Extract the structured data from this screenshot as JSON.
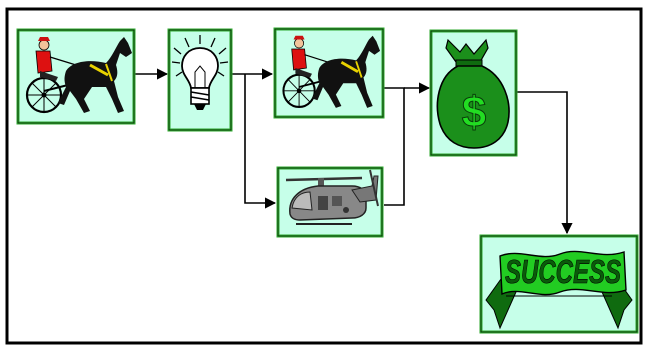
{
  "diagram": {
    "success_label": "SUCCESS",
    "colors": {
      "frame": "#000000",
      "panel_fill": "#c6ffe9",
      "panel_border": "#2fa82f",
      "arrow": "#000000",
      "bag": "#1b8f1b",
      "dollar": "#22dd22",
      "banner": "#22cc22",
      "banner_dark": "#0f6b0f"
    },
    "nodes": [
      {
        "id": "harness-horse-1",
        "icon": "harness-racing-icon"
      },
      {
        "id": "idea-bulb",
        "icon": "light-bulb-icon"
      },
      {
        "id": "harness-horse-2",
        "icon": "harness-racing-icon"
      },
      {
        "id": "helicopter",
        "icon": "helicopter-icon"
      },
      {
        "id": "money-bag",
        "icon": "money-bag-icon"
      },
      {
        "id": "success-banner",
        "icon": "success-banner-icon"
      }
    ]
  }
}
